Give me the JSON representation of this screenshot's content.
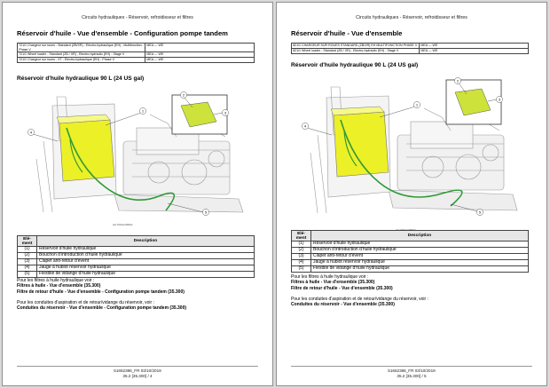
{
  "pages": [
    {
      "header": "Circuits hydrauliques - Réservoir, refroidisseur et filtres",
      "title": "Réservoir d'huile - Vue d'ensemble - Configuration pompe tandem",
      "models": [
        [
          "721G Chargeur sur roues - Standard (ZB/XR) - Electro-hydraulique (EH) - Multifonction - Phase V",
          "MEA --- WE"
        ],
        [
          "721G Wheel loader - Standard (ZB / XR) - Electro-hydraulic (EH) - Stage V",
          "MEA --- WE"
        ],
        [
          "721G Chargeur sur roues - XT - Electro-hydraulique (EH) - Phase V",
          "MEA --- WE"
        ]
      ],
      "subtitle": "Réservoir d'huile hydraulique 90 L (24 US gal)",
      "figure_code": "LEI 14WHL1086GF",
      "callouts": [
        "1",
        "2",
        "3",
        "4",
        "5"
      ],
      "legend": {
        "col1": "Elé-ment",
        "col2": "Description",
        "rows": [
          [
            "(1)",
            "Réservoir d'huile hydraulique"
          ],
          [
            "(2)",
            "Bouchon d'introduction d'huile hydraulique"
          ],
          [
            "(3)",
            "Clapet anti-retour d'évent"
          ],
          [
            "(4)",
            "Jauge à hublot réservoir hydraulique"
          ],
          [
            "(5)",
            "Flexible de vidange d'huile hydraulique"
          ]
        ]
      },
      "refs": {
        "intro1": "Pour les filtres à huile hydraulique voir :",
        "link1": "Filtres à huile - Vue d'ensemble (35.300)",
        "link2": "Filtre de retour d'huile - Vue d'ensemble - Configuration pompe tandem (35.300)",
        "intro2": "Pour les conduites d'aspiration et de retour/vidange du réservoir, voir :",
        "link3": "Conduites du réservoir - Vue d'ensemble - Configuration pompe tandem (35.300)"
      },
      "footer_doc": "51652386_FR 03/10/2019",
      "footer_page": "35.2 [35.300] / 4"
    },
    {
      "header": "Circuits hydrauliques - Réservoir, refroidisseur et filtres",
      "title": "Réservoir d'huile - Vue d'ensemble",
      "models": [
        [
          "821G CHARGEUR SUR ROUES STANDARD (ZB/XR) EH MULTIFONCTION PHASE V",
          "MEA --- WE"
        ],
        [
          "821G Wheel loader - Standard (ZB / XR) - Electro-hydraulic (EH) - Stage V",
          "MEA --- WE"
        ]
      ],
      "subtitle": "Réservoir d'huile hydraulique 90 L (24 US gal)",
      "figure_code": "LEI 14WHL1085GF",
      "callouts": [
        "1",
        "2",
        "3",
        "4",
        "5"
      ],
      "legend": {
        "col1": "Elé-ment",
        "col2": "Description",
        "rows": [
          [
            "(1)",
            "Réservoir d'huile hydraulique"
          ],
          [
            "(2)",
            "Bouchon d'introduction d'huile hydraulique"
          ],
          [
            "(3)",
            "Clapet anti-retour d'évent"
          ],
          [
            "(4)",
            "Jauge à hublot réservoir hydraulique"
          ],
          [
            "(5)",
            "Flexible de vidange d'huile hydraulique"
          ]
        ]
      },
      "refs": {
        "intro1": "Pour les filtres à huile hydraulique voir :",
        "link1": "Filtres à huile - Vue d'ensemble (35.300)",
        "link2": "Filtre de retour d'huile - Vue d'ensemble (35.300)",
        "intro2": "Pour les conduites d'aspiration et de retour/vidange du réservoir, voir :",
        "link3": "Conduites du réservoir - Vue d'ensemble (35.300)"
      },
      "footer_doc": "51652386_FR 03/10/2019",
      "footer_page": "35.2 [35.300] / 5"
    }
  ]
}
